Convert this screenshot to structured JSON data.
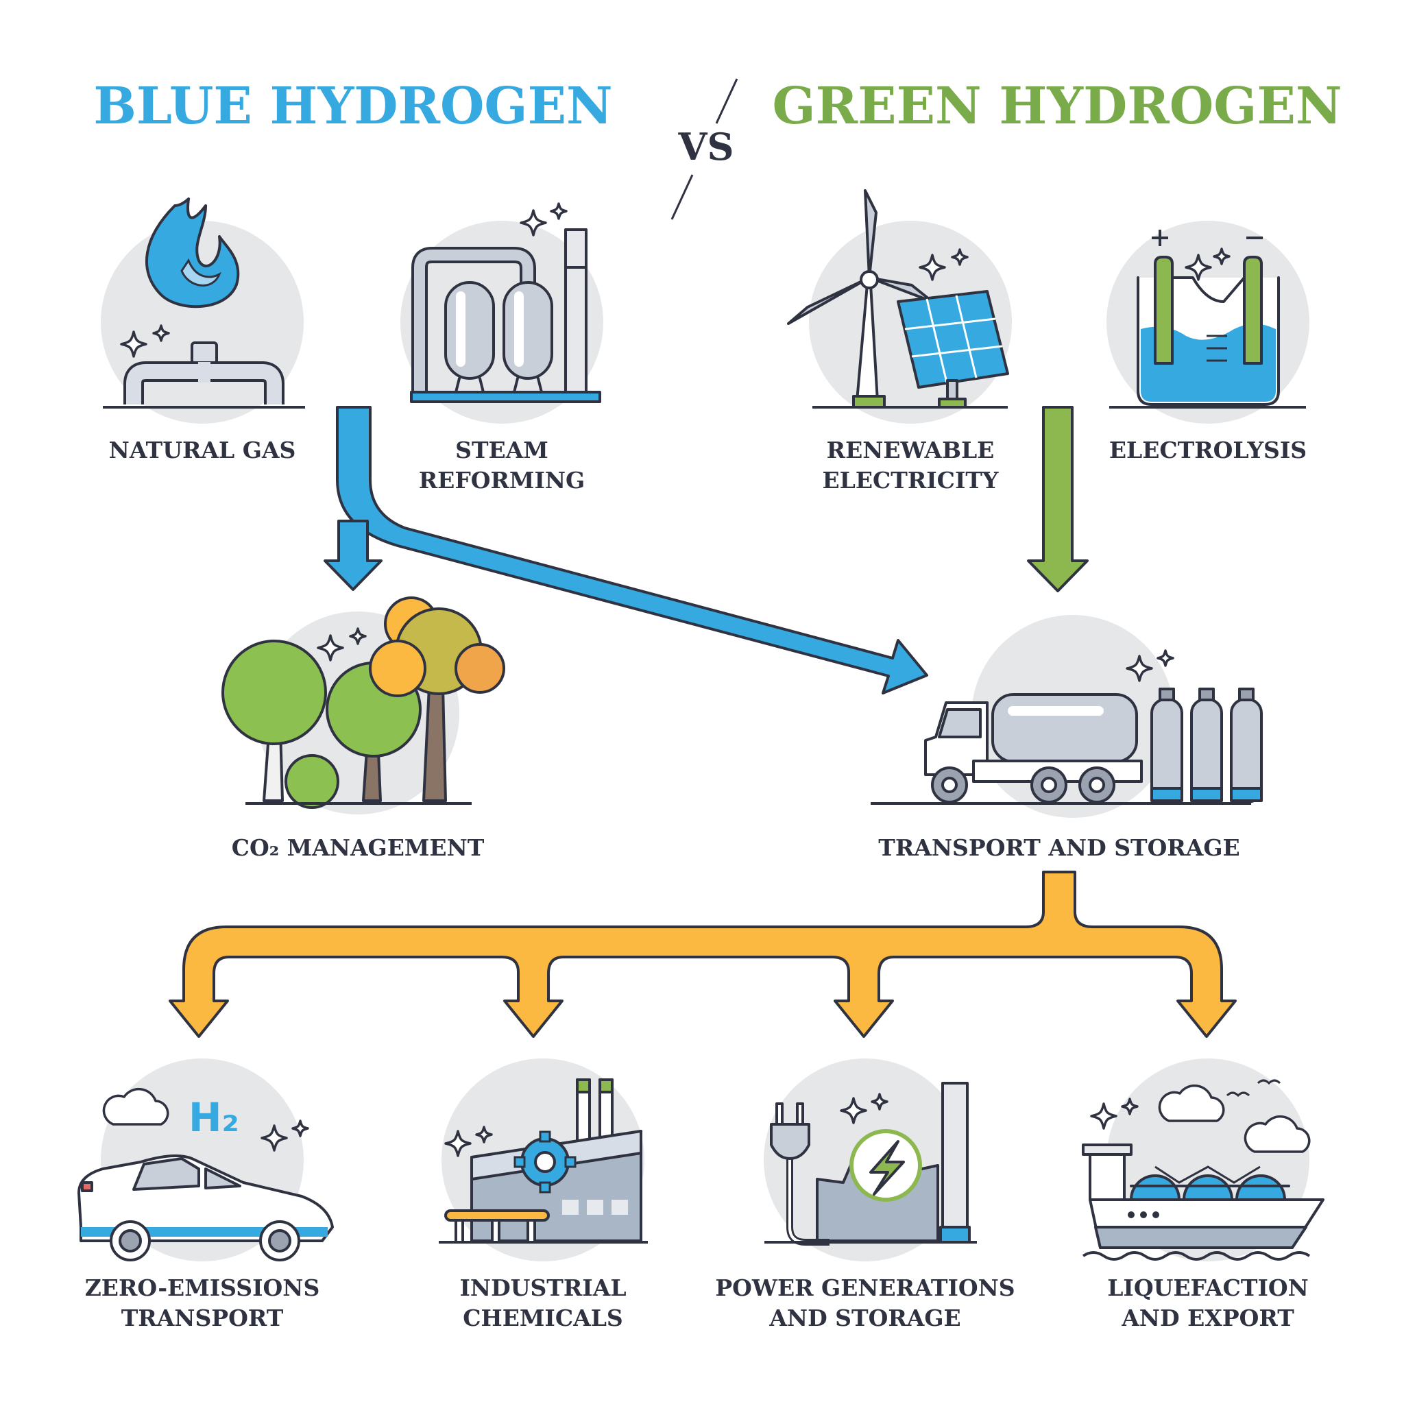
{
  "title_left": "BLUE HYDROGEN",
  "vs": "VS",
  "title_right": "GREEN HYDROGEN",
  "colors": {
    "blue": "#36a9e1",
    "green": "#7aab4a",
    "yellow": "#fbb941",
    "outline": "#2f3240",
    "disc": "#e6e7e9"
  },
  "blue_sources": [
    {
      "icon": "flame-pipe-icon",
      "lines": [
        "NATURAL GAS"
      ]
    },
    {
      "icon": "steam-reformer-icon",
      "lines": [
        "STEAM",
        "REFORMING"
      ]
    }
  ],
  "green_sources": [
    {
      "icon": "wind-solar-icon",
      "lines": [
        "RENEWABLE",
        "ELECTRICITY"
      ]
    },
    {
      "icon": "electrolysis-tank-icon",
      "lines": [
        "ELECTROLYSIS"
      ]
    }
  ],
  "middle": [
    {
      "icon": "trees-icon",
      "lines": [
        "CO₂ MANAGEMENT"
      ]
    },
    {
      "icon": "truck-tanks-icon",
      "lines": [
        "TRANSPORT AND STORAGE"
      ]
    }
  ],
  "uses": [
    {
      "icon": "car-h2-icon",
      "lines": [
        "ZERO-EMISSIONS",
        "TRANSPORT"
      ],
      "badge": "H₂"
    },
    {
      "icon": "factory-gear-icon",
      "lines": [
        "INDUSTRIAL",
        "CHEMICALS"
      ]
    },
    {
      "icon": "power-plug-icon",
      "lines": [
        "POWER GENERATIONS",
        "AND STORAGE"
      ]
    },
    {
      "icon": "lng-ship-icon",
      "lines": [
        "LIQUEFACTION",
        "AND EXPORT"
      ]
    }
  ]
}
